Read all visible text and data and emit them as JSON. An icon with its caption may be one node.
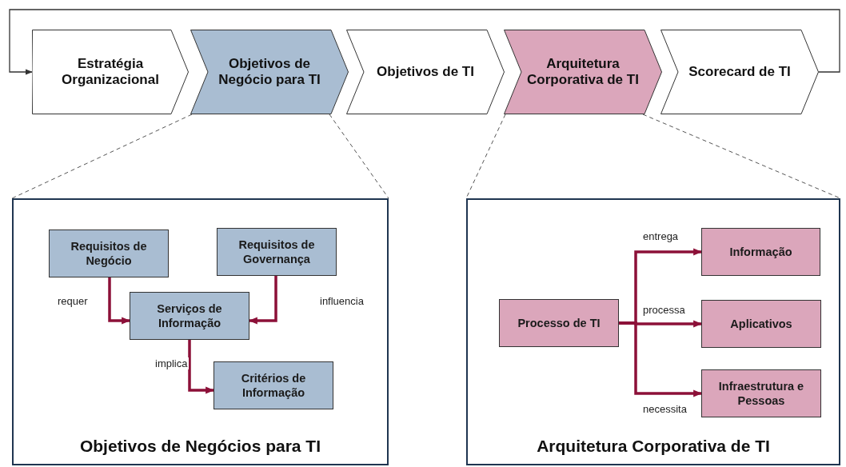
{
  "diagram": {
    "nodes": [
      {
        "text": [
          "Estratégia Organizacional"
        ]
      },
      {
        "text": [
          "Objetivos de Negócio para TI"
        ]
      },
      {
        "text": [
          "Objetivos de TI"
        ]
      },
      {
        "text": [
          "Arquitetura Corporativa de TI"
        ]
      },
      {
        "text": [
          "Scorecard de TI"
        ]
      },
      {
        "text": [
          "Objetivos de Negócios para TI"
        ]
      },
      {
        "text": [
          "Requisitos de Negócio"
        ],
        "in": 5
      },
      {
        "text": [
          "Requisitos de Governança"
        ],
        "in": 5
      },
      {
        "text": [
          "Serviços de Informação"
        ],
        "in": 5
      },
      {
        "text": [
          "Critérios de Informação"
        ],
        "in": 5
      },
      {
        "text": [
          "Arquitetura Corporativa de TI"
        ]
      },
      {
        "text": [
          "Processo de TI"
        ],
        "in": 10
      },
      {
        "text": [
          "Informação"
        ],
        "in": 10
      },
      {
        "text": [
          "Aplicativos"
        ],
        "in": 10
      },
      {
        "text": [
          "Infraestrutura e Pessoas"
        ],
        "in": 10
      }
    ],
    "edges": [
      {
        "from": 4,
        "to": 0,
        "arrow": "to",
        "color": "#333333"
      },
      {
        "from": 1,
        "to": 5,
        "arrow": "none",
        "style": "dashed",
        "color": "#555555"
      },
      {
        "from": 1,
        "to": 5,
        "arrow": "none",
        "style": "dashed",
        "color": "#555555"
      },
      {
        "from": 3,
        "to": 10,
        "arrow": "none",
        "style": "dashed",
        "color": "#555555"
      },
      {
        "from": 3,
        "to": 10,
        "arrow": "none",
        "style": "dashed",
        "color": "#555555"
      },
      {
        "from": 6,
        "to": 8,
        "arrow": "to",
        "label": "requer"
      },
      {
        "from": 7,
        "to": 8,
        "arrow": "to",
        "label": "influencia"
      },
      {
        "from": 8,
        "to": 9,
        "arrow": "to",
        "label": "implica"
      },
      {
        "from": 11,
        "to": 12,
        "arrow": "to",
        "label": "entrega"
      },
      {
        "from": 11,
        "to": 13,
        "arrow": "to",
        "label": "processa"
      },
      {
        "from": 11,
        "to": 14,
        "arrow": "to",
        "label": "necessita"
      }
    ]
  }
}
